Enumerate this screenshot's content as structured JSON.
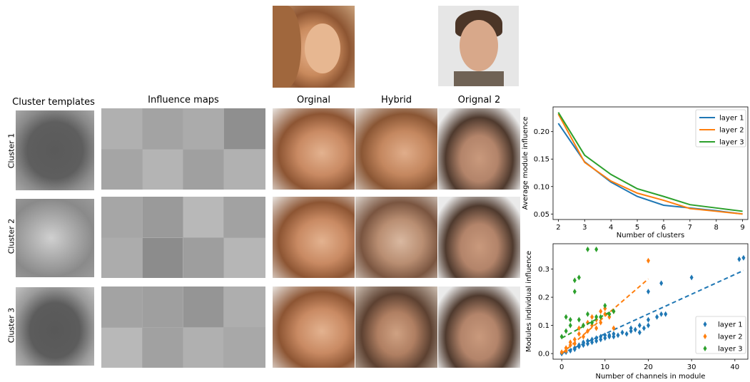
{
  "column_headers": {
    "cluster_templates": "Cluster templates",
    "influence_maps": "Influence maps",
    "original": "Orginal",
    "hybrid": "Hybrid",
    "original2": "Orignal 2"
  },
  "row_labels": [
    "Cluster 1",
    "Cluster 2",
    "Cluster 3"
  ],
  "photos": {
    "top_left": "celebrity-photo-woman",
    "top_right": "celebrity-photo-man"
  },
  "colors": {
    "layer1": "#1f77b4",
    "layer2": "#ff7f0e",
    "layer3": "#2ca02c"
  },
  "chart_data": [
    {
      "type": "line",
      "xlabel": "Number of clusters",
      "ylabel": "Average module influence",
      "xlim": [
        1.8,
        9.2
      ],
      "ylim": [
        0.04,
        0.245
      ],
      "xticks": [
        "2",
        "3",
        "4",
        "5",
        "6",
        "7",
        "8",
        "9"
      ],
      "yticks": [
        "0.05",
        "0.10",
        "0.15",
        "0.20"
      ],
      "legend_position": "top-right",
      "x": [
        2,
        3,
        4,
        5,
        6,
        7,
        8,
        9
      ],
      "series": [
        {
          "name": "layer 1",
          "values": [
            0.215,
            0.145,
            0.108,
            0.082,
            0.066,
            0.061,
            0.056,
            0.05
          ]
        },
        {
          "name": "layer 2",
          "values": [
            0.232,
            0.144,
            0.11,
            0.088,
            0.075,
            0.06,
            0.055,
            0.05
          ]
        },
        {
          "name": "layer 3",
          "values": [
            0.235,
            0.157,
            0.122,
            0.096,
            0.082,
            0.067,
            0.061,
            0.055
          ]
        }
      ]
    },
    {
      "type": "scatter",
      "xlabel": "Number of channels in module",
      "ylabel": "Modules individual influence",
      "xlim": [
        -2,
        43
      ],
      "ylim": [
        -0.02,
        0.39
      ],
      "xticks": [
        "0",
        "10",
        "20",
        "30",
        "40"
      ],
      "yticks": [
        "0.0",
        "0.1",
        "0.2",
        "0.3"
      ],
      "legend_position": "bottom-right",
      "series": [
        {
          "name": "layer 1",
          "points": [
            [
              0,
              0.0
            ],
            [
              1,
              0.005
            ],
            [
              1,
              0.01
            ],
            [
              2,
              0.01
            ],
            [
              3,
              0.02
            ],
            [
              3,
              0.015
            ],
            [
              4,
              0.03
            ],
            [
              4,
              0.025
            ],
            [
              5,
              0.03
            ],
            [
              5,
              0.04
            ],
            [
              6,
              0.035
            ],
            [
              6,
              0.045
            ],
            [
              7,
              0.04
            ],
            [
              7,
              0.05
            ],
            [
              8,
              0.045
            ],
            [
              8,
              0.055
            ],
            [
              9,
              0.05
            ],
            [
              9,
              0.06
            ],
            [
              10,
              0.055
            ],
            [
              10,
              0.065
            ],
            [
              11,
              0.06
            ],
            [
              11,
              0.065
            ],
            [
              12,
              0.06
            ],
            [
              12,
              0.07
            ],
            [
              13,
              0.065
            ],
            [
              14,
              0.075
            ],
            [
              15,
              0.07
            ],
            [
              16,
              0.08
            ],
            [
              16,
              0.09
            ],
            [
              17,
              0.085
            ],
            [
              18,
              0.075
            ],
            [
              18,
              0.1
            ],
            [
              19,
              0.09
            ],
            [
              20,
              0.1
            ],
            [
              20,
              0.12
            ],
            [
              20,
              0.22
            ],
            [
              22,
              0.13
            ],
            [
              23,
              0.14
            ],
            [
              23,
              0.25
            ],
            [
              24,
              0.14
            ],
            [
              30,
              0.27
            ],
            [
              41,
              0.335
            ],
            [
              42,
              0.34
            ]
          ],
          "trend": [
            [
              0,
              0.0
            ],
            [
              42,
              0.295
            ]
          ]
        },
        {
          "name": "layer 2",
          "points": [
            [
              0,
              0.005
            ],
            [
              1,
              0.01
            ],
            [
              1,
              0.02
            ],
            [
              2,
              0.03
            ],
            [
              2,
              0.04
            ],
            [
              3,
              0.05
            ],
            [
              3,
              0.035
            ],
            [
              4,
              0.07
            ],
            [
              4,
              0.09
            ],
            [
              5,
              0.06
            ],
            [
              5,
              0.1
            ],
            [
              6,
              0.08
            ],
            [
              6,
              0.11
            ],
            [
              7,
              0.1
            ],
            [
              7,
              0.13
            ],
            [
              8,
              0.09
            ],
            [
              8,
              0.12
            ],
            [
              9,
              0.11
            ],
            [
              9,
              0.15
            ],
            [
              10,
              0.14
            ],
            [
              10,
              0.16
            ],
            [
              11,
              0.13
            ],
            [
              12,
              0.09
            ],
            [
              12,
              0.15
            ],
            [
              20,
              0.33
            ]
          ],
          "trend": [
            [
              0,
              0.0
            ],
            [
              20,
              0.265
            ]
          ]
        },
        {
          "name": "layer 3",
          "points": [
            [
              0,
              0.06
            ],
            [
              1,
              0.08
            ],
            [
              1,
              0.13
            ],
            [
              2,
              0.1
            ],
            [
              2,
              0.12
            ],
            [
              3,
              0.22
            ],
            [
              3,
              0.26
            ],
            [
              4,
              0.27
            ],
            [
              4,
              0.12
            ],
            [
              5,
              0.1
            ],
            [
              6,
              0.37
            ],
            [
              6,
              0.14
            ],
            [
              7,
              0.11
            ],
            [
              8,
              0.37
            ],
            [
              8,
              0.13
            ],
            [
              9,
              0.13
            ],
            [
              10,
              0.17
            ],
            [
              11,
              0.14
            ],
            [
              12,
              0.15
            ]
          ],
          "trend": [
            [
              0,
              0.055
            ],
            [
              12,
              0.155
            ]
          ]
        }
      ]
    }
  ]
}
